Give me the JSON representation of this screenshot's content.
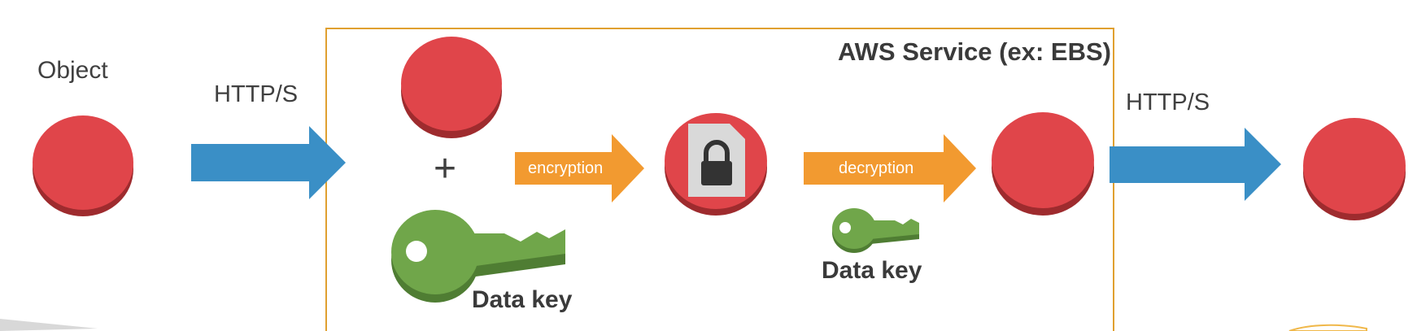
{
  "service": {
    "title": "AWS Service (ex: EBS)"
  },
  "labels": {
    "object": "Object",
    "protocol_in": "HTTP/S",
    "protocol_out": "HTTP/S",
    "plus": "+",
    "encryption": "encryption",
    "decryption": "decryption",
    "data_key_large": "Data key",
    "data_key_small": "Data key"
  },
  "colors": {
    "object_red": "#e0454a",
    "object_shadow": "#9e2b2e",
    "http_arrow_blue": "#3a8fc6",
    "process_arrow_orange": "#f29a30",
    "key_green": "#70a64a",
    "key_shadow": "#4f7d33",
    "service_border": "#e0a030",
    "lock_gray": "#d9d9d9"
  },
  "icons": [
    "object-circle",
    "right-arrow",
    "key-icon",
    "lock-document-icon"
  ]
}
